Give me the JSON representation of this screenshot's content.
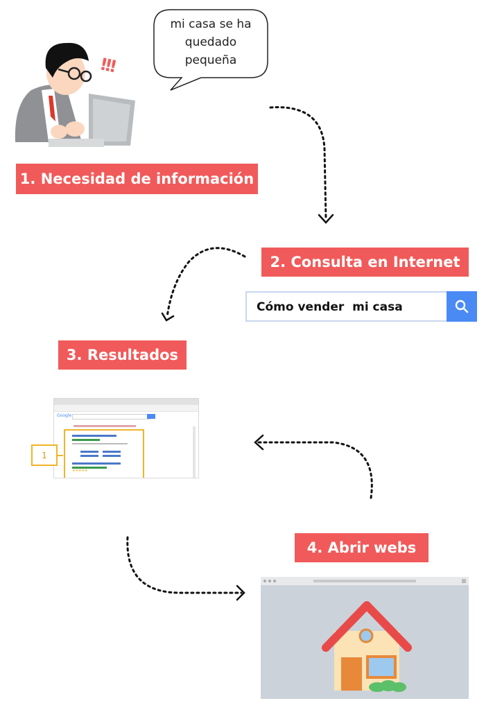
{
  "speech_bubble": {
    "lines": [
      "mi casa se ha",
      "quedado",
      "pequeña"
    ]
  },
  "alert_mark": "!!!",
  "steps": [
    {
      "label": "1. Necesidad de información"
    },
    {
      "label": "2. Consulta en Internet"
    },
    {
      "label": "3. Resultados"
    },
    {
      "label": "4. Abrir webs"
    }
  ],
  "search": {
    "query": "Cómo vender  mi casa"
  },
  "results_thumbnail": {
    "brand": "Google",
    "rank_badge": "1",
    "stars": "★★★★★"
  },
  "colors": {
    "accent": "#f15a5a",
    "search_button": "#4a8af4",
    "highlight": "#f0b429"
  }
}
